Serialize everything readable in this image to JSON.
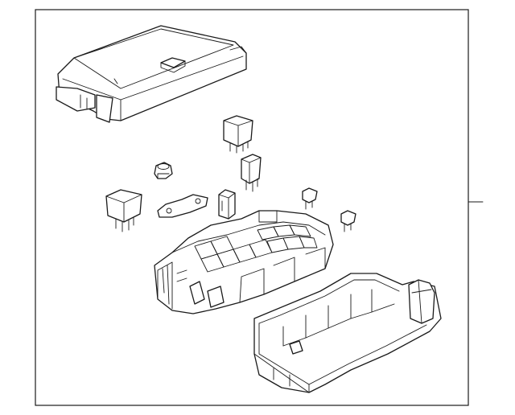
{
  "diagram": {
    "kind": "exploded parts drawing",
    "line_color": "#1a1a1a",
    "background": "#ffffff",
    "parts": [
      "fuse-box-cover",
      "relay-upper",
      "relay-middle",
      "grommet",
      "relay-left",
      "bracket",
      "fuse-puller",
      "mini-fuse-1",
      "mini-fuse-2",
      "fuse-block",
      "lower-housing"
    ]
  }
}
